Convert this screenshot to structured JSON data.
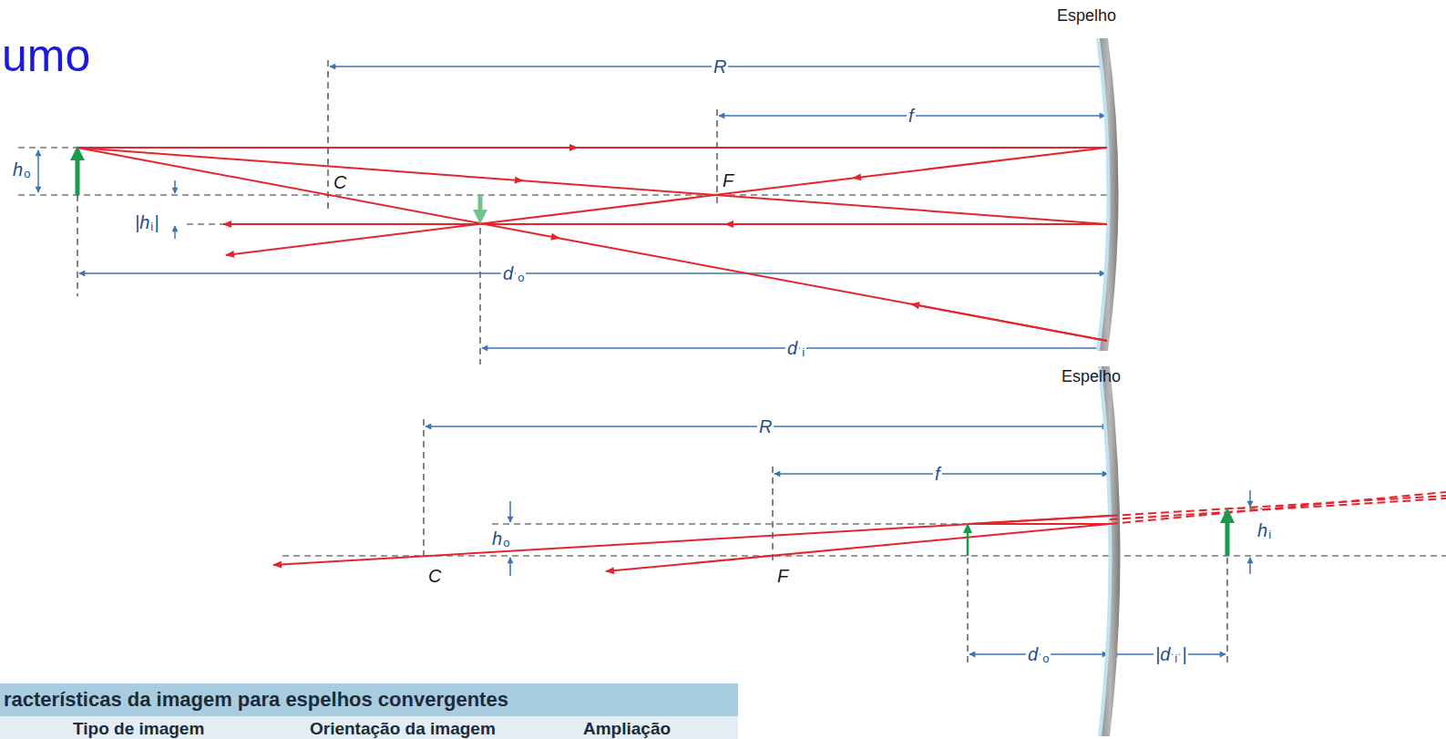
{
  "diagram": {
    "title": "umo",
    "labels": [
      "Espelho",
      "R",
      "f",
      "C",
      "F",
      "h",
      "o",
      "|h",
      "i",
      "|",
      "d",
      "o",
      "d",
      "i",
      "Espelho",
      "R",
      "f",
      "h",
      "o",
      "C",
      "F",
      "d",
      "o",
      "|d",
      "i",
      "|",
      "h",
      "i",
      "racterísticas da imagem para espelhos convergentes",
      "Tipo de imagem",
      "Orientação da imagem",
      "Ampliação"
    ]
  }
}
